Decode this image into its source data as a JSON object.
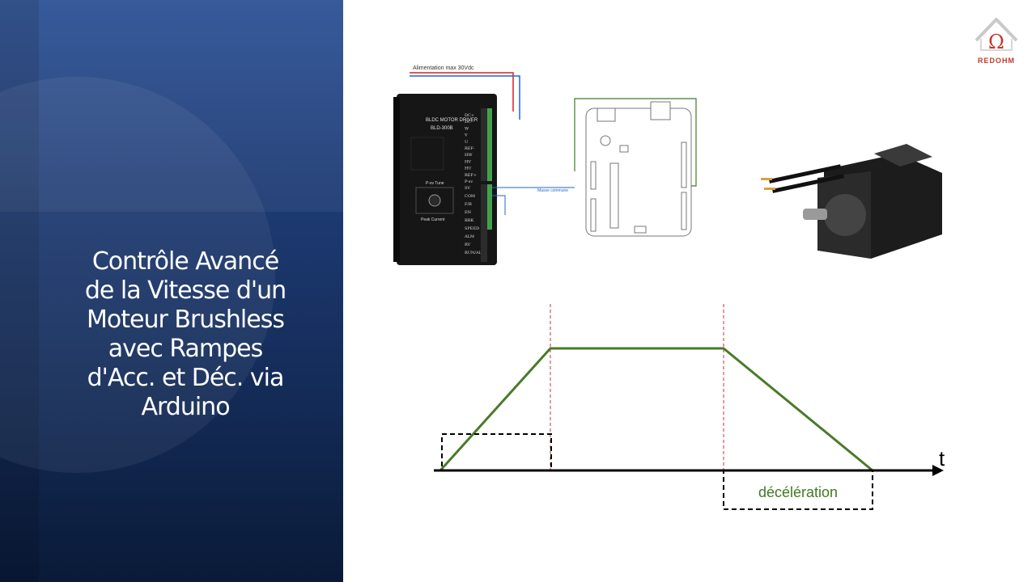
{
  "slide": {
    "title": "Contrôle Avancé\nde la Vitesse d'un\nMoteur Brushless\navec Rampes\nd'Acc. et Déc. via\nArduino"
  },
  "logo": {
    "icon": "redohm-logo",
    "text": "REDOHM",
    "color": "#c0392b"
  },
  "wiring": {
    "power_label": "Alimentation  max 30Vdc",
    "ground_label": "Masse commune",
    "driver": {
      "brand": "BLDC MOTOR DRIVER",
      "model": "BLD-300B",
      "knob_label": "P-sv Tune",
      "peak_label": "Peak Current",
      "terminals_top": [
        "DC+",
        "DC-",
        "W",
        "V",
        "U",
        "REF-",
        "HW",
        "HV",
        "HU",
        "REF+",
        "P-sv"
      ],
      "terminals_bottom": [
        "SV",
        "COM",
        "F/R",
        "EN",
        "BRK",
        "SPEED",
        "ALM",
        "RV",
        "RUN/ALM"
      ]
    }
  },
  "ramp": {
    "axis_label": "t",
    "decel_label": "décélération",
    "colors": {
      "curve": "#4a7a2a",
      "dashed": "#cc3333",
      "axis": "#000000"
    }
  }
}
